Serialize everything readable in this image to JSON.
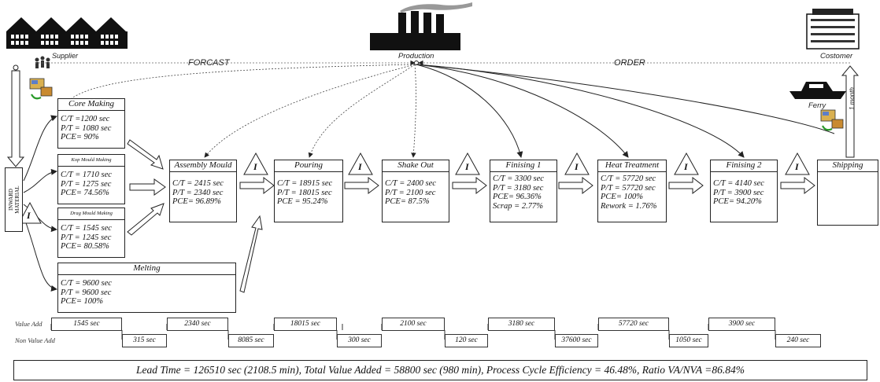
{
  "labels": {
    "supplier": "Supplier",
    "production": "Production",
    "customer": "Costomer",
    "forecast": "FORCAST",
    "order": "ORDER",
    "ferry": "Ferry",
    "one_month": "1 month",
    "raw_material": "INWARD\nMATERIAL",
    "inventory": "I"
  },
  "processes": [
    {
      "title": "Core Making",
      "lines": "C/T =1200 sec\nP/T = 1080 sec\nPCE= 90%"
    },
    {
      "title": "Kop Mould Making",
      "lines": "C/T = 1710 sec\nP/T = 1275 sec\nPCE= 74.56%"
    },
    {
      "title": "Drag Mould Making",
      "lines": "C/T = 1545 sec\nP/T = 1245 sec\nPCE= 80.58%"
    },
    {
      "title": "Melting",
      "lines": "C/T = 9600 sec\nP/T = 9600 sec\nPCE= 100%"
    },
    {
      "title": "Assembly Mould",
      "lines": "C/T = 2415 sec\nP/T = 2340 sec\nPCE= 96.89%"
    },
    {
      "title": "Pouring",
      "lines": "C/T = 18915 sec\nP/T = 18015 sec\nPCE = 95.24%"
    },
    {
      "title": "Shake Out",
      "lines": "C/T = 2400 sec\nP/T = 2100 sec\nPCE= 87.5%"
    },
    {
      "title": "Finising 1",
      "lines": "C/T = 3300 sec\nP/T = 3180 sec\nPCE= 96.36%\nScrap = 2.77%"
    },
    {
      "title": "Heat Treatment",
      "lines": "C/T = 57720 sec\nP/T = 57720 sec\nPCE= 100%\nRework = 1.76%"
    },
    {
      "title": "Finising 2",
      "lines": "C/T = 4140 sec\nP/T = 3900 sec\nPCE= 94.20%"
    },
    {
      "title": "Shipping",
      "lines": ""
    }
  ],
  "timeline": {
    "value_add_label": "Value Add",
    "non_value_add_label": "Non Value Add",
    "value_add": [
      "1545 sec",
      "2340 sec",
      "18015 sec",
      "2100 sec",
      "3180 sec",
      "57720 sec",
      "3900 sec"
    ],
    "non_value_add": [
      "315 sec",
      "8085 sec",
      "300 sec",
      "120 sec",
      "37600 sec",
      "1050 sec",
      "240 sec"
    ]
  },
  "summary": "Lead Time = 126510 sec (2108.5 min), Total Value Added = 58800 sec (980 min), Process Cycle Efficiency =  46.48%, Ratio VA/NVA =86.84%"
}
